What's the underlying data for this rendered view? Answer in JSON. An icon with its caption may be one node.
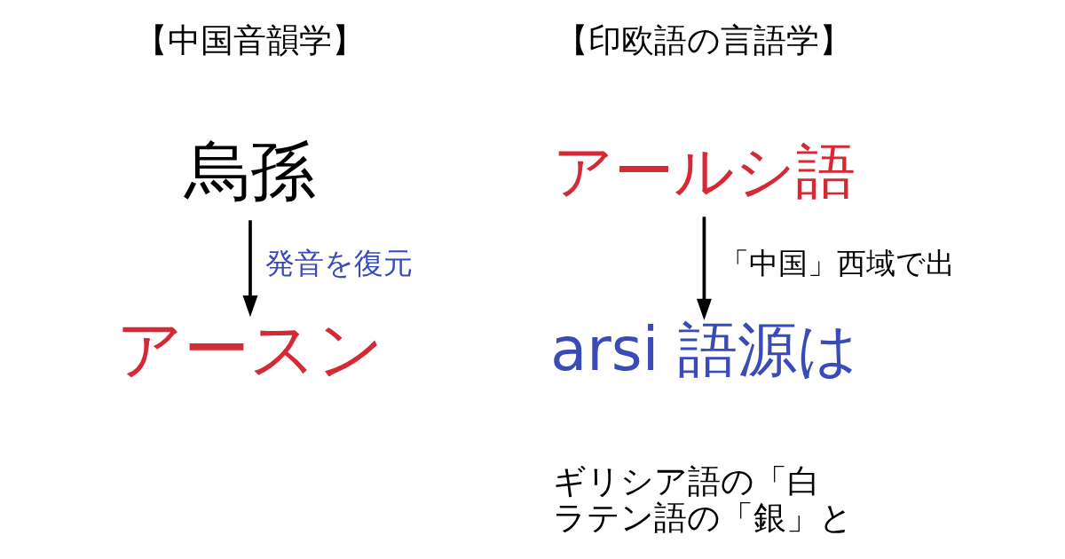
{
  "diagram": {
    "nodes": [
      {
        "text": [
          "烏孫"
        ]
      },
      {
        "text": [
          "アースン"
        ]
      },
      {
        "text": [
          "アールシ語"
        ]
      },
      {
        "text": [
          "arsi 語源は"
        ],
        "beside": [
          "ギリシア語の「白",
          "ラテン語の「銀」と"
        ]
      }
    ],
    "edges": [
      {
        "from": 0,
        "to": 1,
        "arrow": "to",
        "label": "発音を復元"
      },
      {
        "from": 2,
        "to": 3,
        "arrow": "to",
        "label": "「中国」西域で出"
      }
    ],
    "labels": [
      "【中国音韻学】",
      "【印欧語の言語学】"
    ]
  }
}
